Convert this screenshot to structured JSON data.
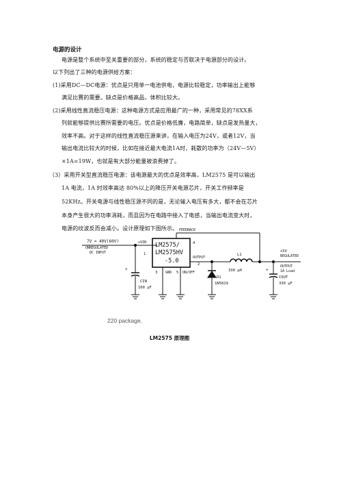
{
  "doc": {
    "title": "电源的设计",
    "lines": [
      "电源是整个系统中至关重要的部分，系统的稳定与否取决于电源部分的设计。",
      "以下列出了三种的电源供给方案：",
      "(1)采用DC—DC电源：优点是只用单一电池供电，电源比较稳定，功率输出上能够",
      "满足比赛的需要。缺点是价格高品，体积比较大。",
      "(2)采用线性直流稳压电源：这种电源方式是应用最广的一种，采用常见的78XX系",
      "列就能够提供比赛所需要的电压。优点是价格低廉，电路简单，缺点是发热量大，",
      "效率不高。对于这样的线性直流稳压源来讲，在输入电压为24V，或者12V，当",
      "输出电流比较大的时候，比如在接近最大电流1A时，耗散的功率为（24V—5V）",
      "×1A=19W，也就是有大部分能量被浪费掉了。",
      "（3）采用开关型直流稳压电源：该电源最大的优点是效率高，LM2575 是可以输出",
      "1A 电流，1A 时效率高达 80%以上的降压开关电源芯片，开关工作频率是",
      "52KHz。开关电源与线性稳压源不同的是，无论输入电压有多大，都不会在芯片",
      "本身产生很大的功率消耗，而且因为在电路中接入了电感，当输出电流变大时，",
      "电源的纹波反而会减小。设计原理如下图所示。"
    ],
    "package_note": "220 package.",
    "caption": "LM2575 原理图"
  },
  "schematic": {
    "input_label_1": "7V = 40V(60V)",
    "input_label_2": "UNREGULATED",
    "input_label_3": "DC INPUT",
    "vin_label": "+VIN",
    "chip_line_1": "LM2575/",
    "chip_line_2": "LM2575HV",
    "chip_line_3": "-5.0",
    "feedback": "FEEDBACK",
    "pin_1": "1",
    "pin_2": "2",
    "pin_3": "3",
    "pin_4": "4",
    "pin_5": "5",
    "output": "OUTPUT",
    "gnd": "GND",
    "on_off": "ON/OFF",
    "cin_name": "CIN",
    "cin_value": "100 μF",
    "l1_name": "L1",
    "l1_value": "330 μH",
    "d1_name": "D1",
    "d1_part": "1N5819",
    "cout_name": "COUT",
    "cout_value": "330 μF",
    "out_label_1": "+5V",
    "out_label_2": "REGULATED",
    "out_label_3": "OUTPUT",
    "out_label_4": "1A Load",
    "plus": "+"
  }
}
